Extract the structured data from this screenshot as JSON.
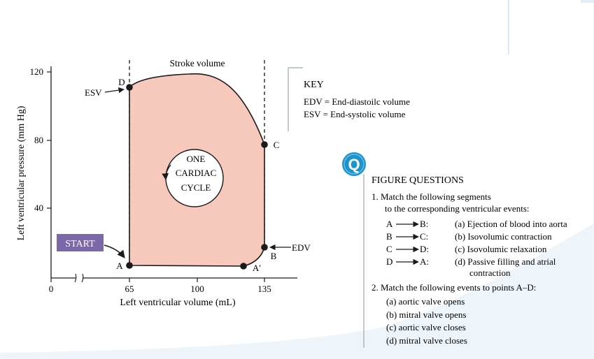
{
  "figure": {
    "y_axis_label": "Left ventricular pressure (mm Hg)",
    "x_axis_label": "Left ventricular volume (mL)",
    "y_ticks": [
      "120",
      "80",
      "40"
    ],
    "x_ticks": [
      "0",
      "65",
      "100",
      "135"
    ],
    "stroke_volume_label": "Stroke volume",
    "esv_label": "ESV",
    "edv_label": "EDV",
    "start_label": "START",
    "point_labels": {
      "A": "A",
      "A_prime": "A′",
      "B": "B",
      "C": "C",
      "D": "D"
    },
    "cycle_text": [
      "ONE",
      "CARDIAC",
      "CYCLE"
    ],
    "colors": {
      "loop_fill": "#f7c9bd",
      "start_badge": "#7a68a8",
      "q_badge": "#1c95cf",
      "right_bg": "#edf4f9"
    }
  },
  "key": {
    "title": "KEY",
    "lines": [
      "EDV = End-diastoilc volume",
      "ESV = End-systolic volume"
    ]
  },
  "questions": {
    "badge": "Q",
    "title": "FIGURE QUESTIONS",
    "q1_line1": "1. Match the following segments",
    "q1_line2": "to the corresponding ventricular events:",
    "segments": [
      {
        "from": "A",
        "to": "B:"
      },
      {
        "from": "B",
        "to": "C:"
      },
      {
        "from": "C",
        "to": "D:"
      },
      {
        "from": "D",
        "to": "A:"
      }
    ],
    "events": [
      "(a) Ejection of blood into aorta",
      "(b) Isovolumic contraction",
      "(c) Isovolumic relaxation",
      "(d) Passive filling and atrial",
      "contraction"
    ],
    "q2_title": "2. Match the following events to points A–D:",
    "q2_items": [
      "(a) aortic valve opens",
      "(b) mitral valve opens",
      "(c) aortic valve closes",
      "(d) mitral valve closes"
    ]
  }
}
